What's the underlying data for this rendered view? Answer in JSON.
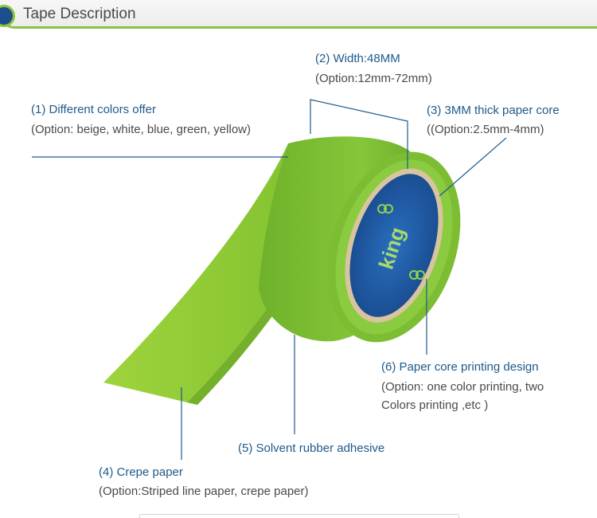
{
  "header": {
    "title": "Tape Description"
  },
  "callouts": {
    "c1": {
      "title": "(1) Different colors offer",
      "option": "(Option: beige, white, blue, green, yellow)"
    },
    "c2": {
      "title": "(2) Width:48MM",
      "option": "(Option:12mm-72mm)"
    },
    "c3": {
      "title": "(3) 3MM thick paper core",
      "option": "((Option:2.5mm-4mm)"
    },
    "c4": {
      "title": "(4)  Crepe paper",
      "option": "(Option:Striped line paper, crepe paper)"
    },
    "c5": {
      "title": "(5) Solvent rubber adhesive"
    },
    "c6": {
      "title": "(6) Paper core printing design",
      "option_line1": "(Option: one color printing, two",
      "option_line2": "Colors printing ,etc )"
    }
  },
  "product": {
    "brand": "king",
    "tape_color": "#8ac43f",
    "core_color": "#1c5aa6"
  },
  "colors": {
    "accent": "#8ac43f",
    "label_blue": "#1e5a8a",
    "dot_blue": "#1c4d8c"
  }
}
